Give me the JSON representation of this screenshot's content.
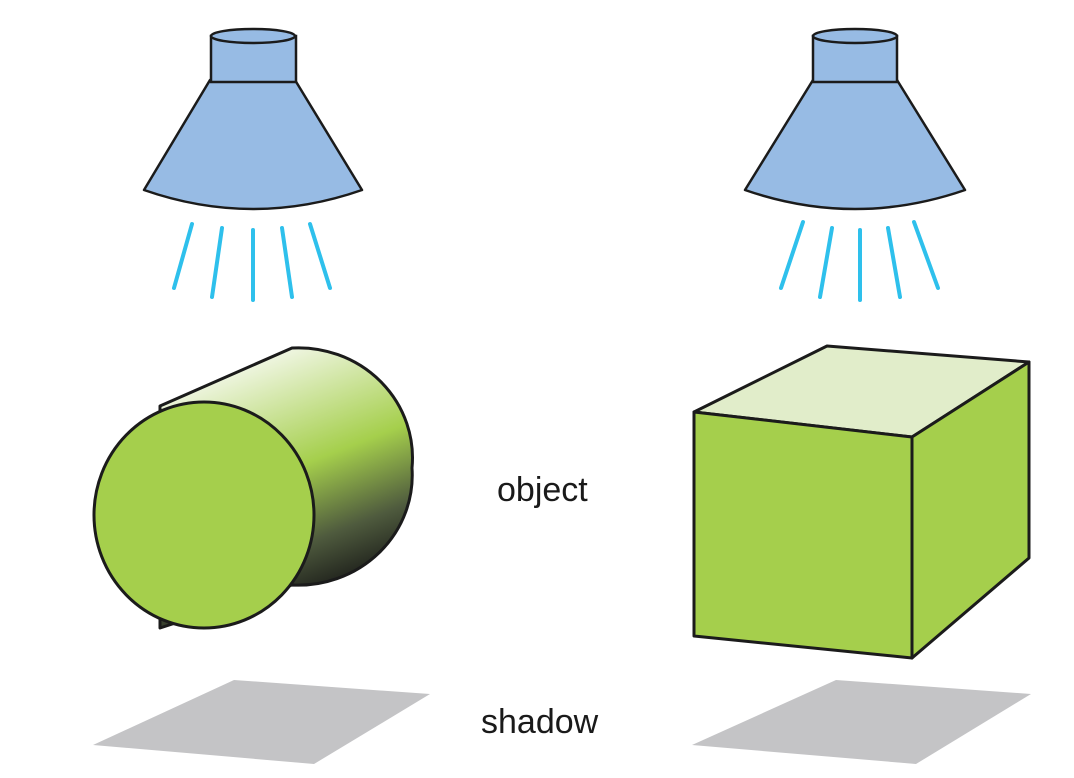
{
  "labels": {
    "object": "object",
    "shadow": "shadow"
  },
  "colors": {
    "lamp_fill": "#97bbe4",
    "lamp_stroke": "#1b1b1b",
    "light_ray": "#2ec0ec",
    "object_green": "#a5cf4c",
    "cube_top": "#e1edca",
    "cylinder_dark": "#1a1a1a",
    "shadow_gray": "#c4c4c6"
  },
  "icons": {
    "left_lamp": "lamp-icon",
    "right_lamp": "lamp-icon",
    "left_object": "cylinder",
    "right_object": "cube"
  }
}
